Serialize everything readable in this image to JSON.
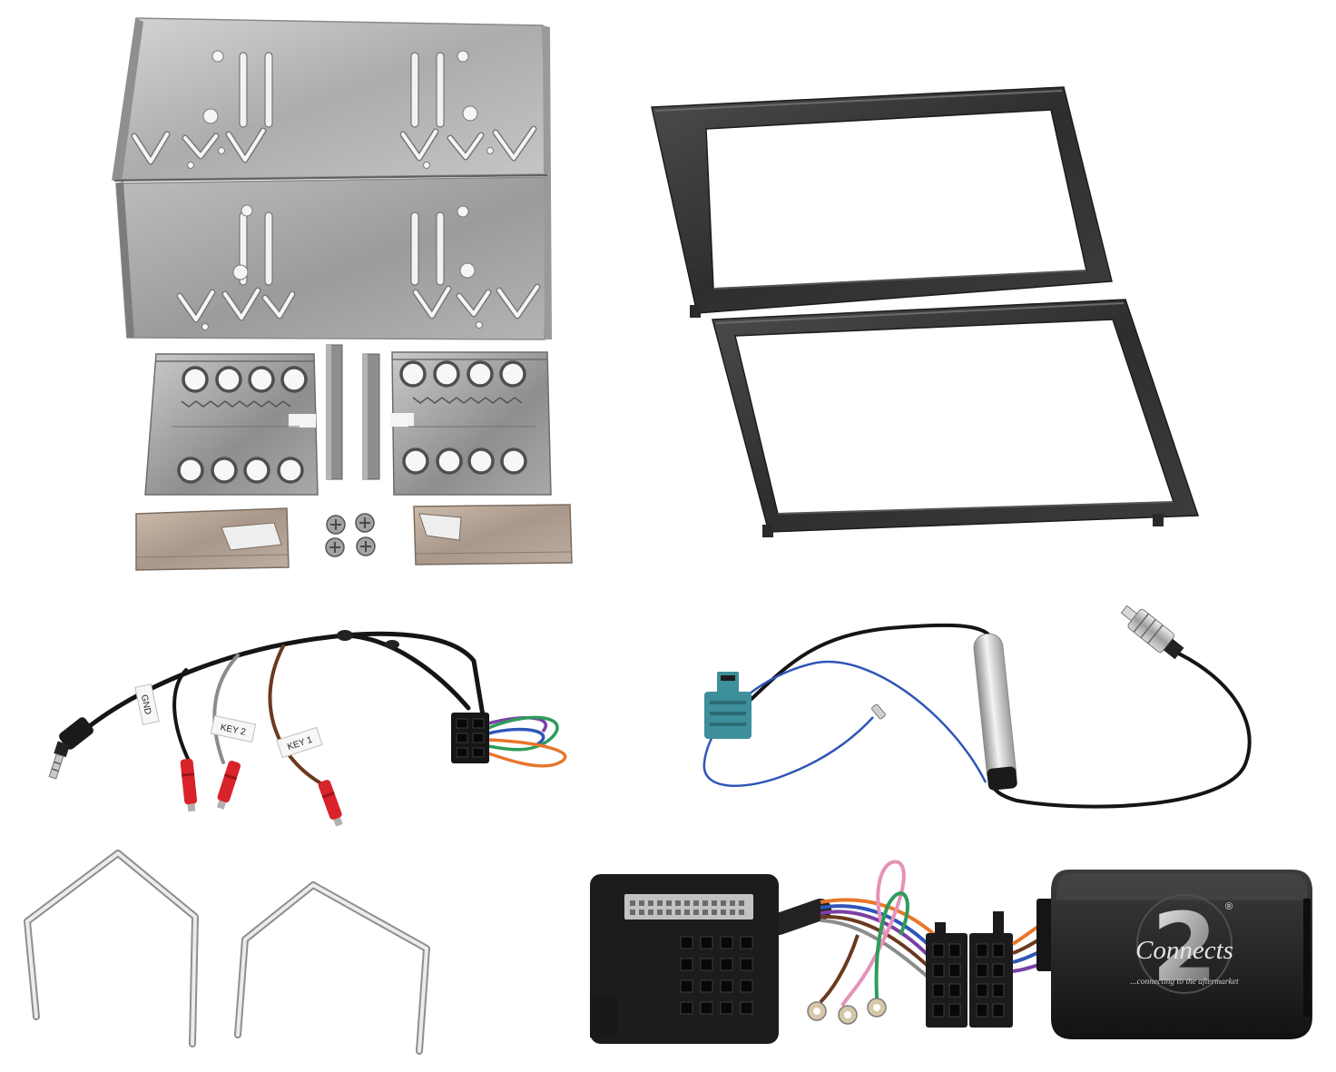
{
  "steering_harness": {
    "labels": {
      "gnd": "GND",
      "key2": "KEY 2",
      "key1": "KEY 1"
    }
  },
  "interface_box": {
    "logo_digit": "2",
    "logo_wordmark": "Connects",
    "logo_registered": "®",
    "logo_tagline": "...connecting to the aftermarket"
  },
  "colors": {
    "frame": "#333333",
    "wire_black": "#151515",
    "wire_grey": "#8c8c8c",
    "wire_brown": "#6b3a1e",
    "wire_green": "#2e9c5a",
    "wire_orange": "#e8762a",
    "wire_purple": "#7b3fa6",
    "wire_blue": "#2f56b8",
    "wire_pink": "#e592b8",
    "connector_red": "#d8232a",
    "fakra_teal": "#3d8f9b",
    "interface_black": "#1c1c1c"
  }
}
